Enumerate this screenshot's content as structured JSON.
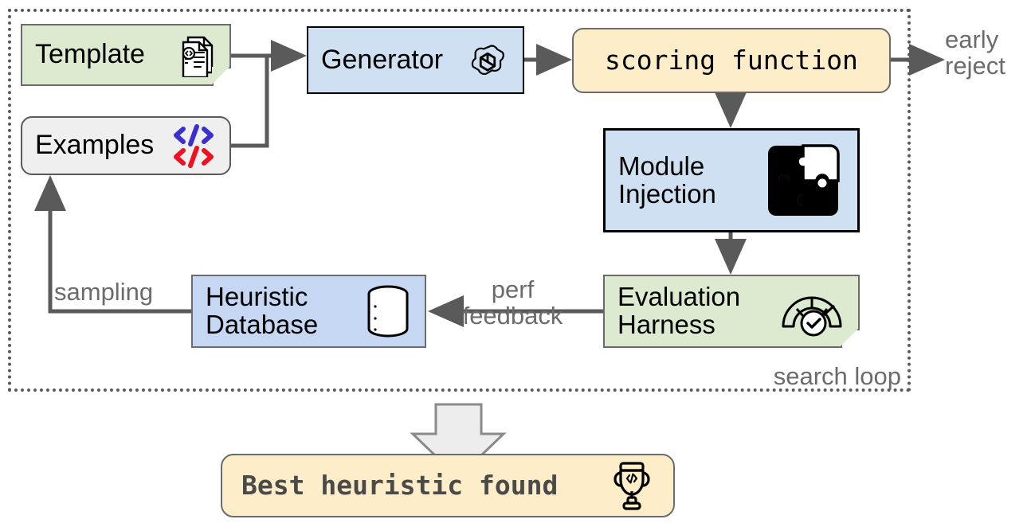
{
  "diagram": {
    "title": "search loop",
    "loop_label": "search loop",
    "nodes": {
      "template": {
        "label": "Template",
        "icon": "document-code-icon",
        "fill": "#dcebd0"
      },
      "examples": {
        "label": "Examples",
        "icon": "code-brackets-icon",
        "fill": "#efefef"
      },
      "generator": {
        "label": "Generator",
        "icon": "openai-logo-icon",
        "fill": "#cfe0f2"
      },
      "scoring": {
        "label": "scoring function",
        "icon": "none",
        "fill": "#fdeec9"
      },
      "module": {
        "label": "Module\nInjection",
        "icon": "puzzle-pieces-icon",
        "fill": "#cfe0f2"
      },
      "evaluation": {
        "label": "Evaluation\nHarness",
        "icon": "gauge-check-icon",
        "fill": "#dcebd0"
      },
      "heuristic": {
        "label": "Heuristic\nDatabase",
        "icon": "database-icon",
        "fill": "#c5d7f2"
      },
      "best": {
        "label": "Best heuristic found",
        "icon": "trophy-code-icon",
        "fill": "#fdeec9"
      }
    },
    "edge_labels": {
      "early_reject": "early\nreject",
      "sampling": "sampling",
      "perf_feedback": "perf\nfeedback"
    },
    "colors": {
      "green": "#dcebd0",
      "blue_light": "#cfe0f2",
      "blue_mid": "#c5d7f2",
      "yellow": "#fdeec9",
      "gray_fill": "#efefef",
      "stroke_gray": "#6b6b6b",
      "stroke_black": "#000000",
      "text_gray": "#6b6b6b",
      "code_blue": "#3b30cf",
      "code_red": "#ee1122"
    }
  }
}
